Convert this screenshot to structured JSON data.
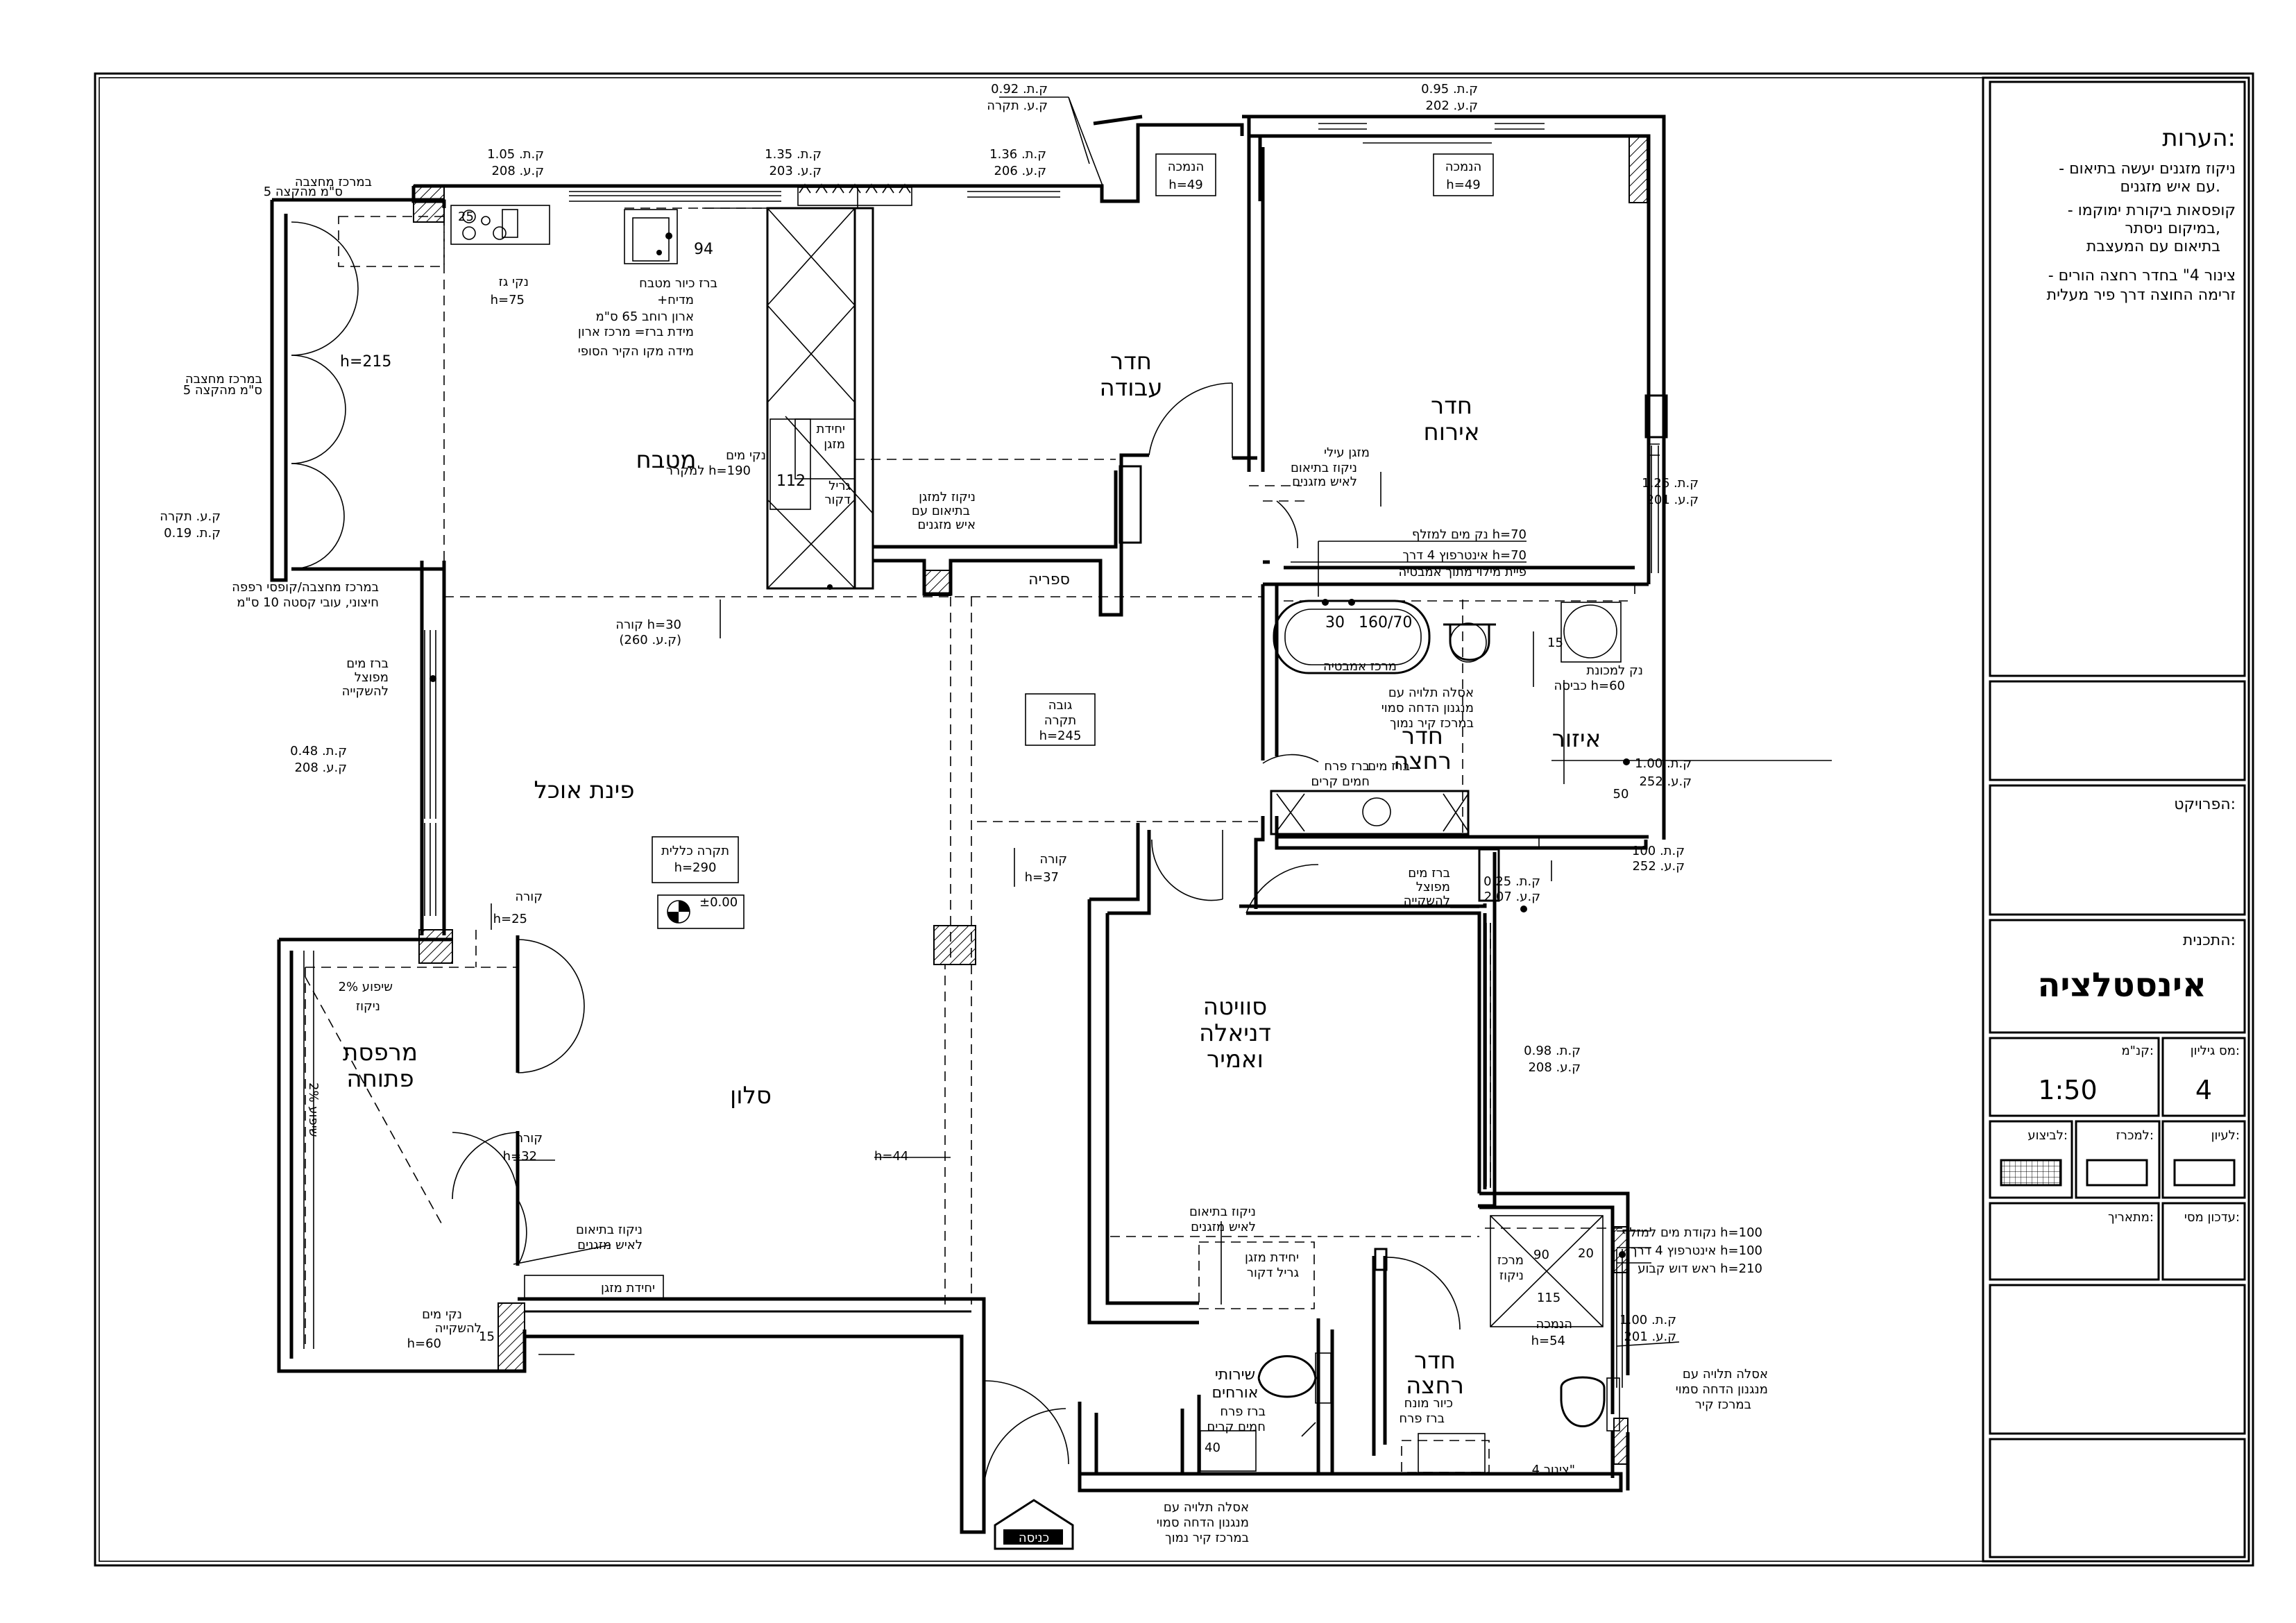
{
  "title_block": {
    "notes_title": "הערות:",
    "notes": [
      "- ניקוז מזגנים יעשה בתיאום",
      "עם איש מזגנים.",
      "- קופסאות ביקורת ימוקמו",
      "במיקום ניסתר,",
      "בתיאום עם המעצבת",
      "- צינור 4\" בחדר רחצה הורים",
      "זרימה החוצה דרך פיר מעלית"
    ],
    "project_label": "הפרויקט:",
    "plan_label": "התכנית:",
    "plan_name": "אינסטלציה",
    "sheet_no_label": "מס גיליון:",
    "sheet_no": "4",
    "scale_label": "קנ\"מ:",
    "scale": "1:50",
    "for_review": "לעיון:",
    "for_bid": "למכרז:",
    "for_execution": "לביצוע:",
    "date_label": "מתאריך:",
    "revision_label": "עדכון מסי:"
  },
  "rooms": {
    "work_room_1": "חדר",
    "work_room_2": "עבודה",
    "guest_room_1": "חדר",
    "guest_room_2": "אירוח",
    "kitchen": "מטבח",
    "dining": "פינת אוכל",
    "living": "סלון",
    "balcony_1": "מרפסת",
    "balcony_2": "פתוחה",
    "suite_1": "סוויטה",
    "suite_2": "דניאלה",
    "suite_3": "ואמיר",
    "bath_1": "חדר",
    "bath_2": "רחצה",
    "bath2_1": "חדר",
    "bath2_2": "רחצה",
    "guest_wc_1": "שירותי",
    "guest_wc_2": "אורחים",
    "zone": "איזור",
    "library": "ספריה",
    "entrance": "כניסה"
  },
  "labels": {
    "l01": "ק.ת. 0.92",
    "l02": "ק.ע. תקרה",
    "l03": "ק.ת. 0.95",
    "l04": "ק.ע. 202",
    "l05": "ק.ת. 1.05",
    "l06": "ק.ע. 208",
    "l07": "ק.ת. 1.35",
    "l08": "ק.ע. 203",
    "l09": "ק.ת. 1.36",
    "l10": "ק.ע. 206",
    "l11": "הנמכה",
    "l12": "h=49",
    "l13": "הנמכה",
    "l14": "h=49",
    "l15": "במרכז מחצבה",
    "l16": "5 ס\"מ מהקצה",
    "l17": "h=215",
    "l18": "במרכז מחצבה",
    "l19": "5 ס\"מ מהקצה",
    "l20": "ק.ע. תקרה",
    "l21": "ק.ת. 0.19",
    "l22": "במרכז מחצבה/קופסי רפפה",
    "l23": "חיצוני, עובי קסטה 10 ס\"מ",
    "l24": "25",
    "l25": "94",
    "l26": "נקי גז",
    "l27": "h=75",
    "l28": "ברז כיור מטבח",
    "l29": "+מדיח",
    "l30": "ארון רוחב 65 ס\"מ",
    "l31": "מידת ברז= מרכז ארון",
    "l32": "מידה מקו הקיר הסופי",
    "l33": "נקי מים",
    "l34": "למקרר h=190",
    "l35": "יחידת",
    "l36": "מזגן",
    "l37": "112",
    "l38": "גריל",
    "l39": "דקור",
    "l40": "ניקוז למזגן",
    "l41": "בתיאום עם",
    "l42": "איש מזגנים",
    "l43": "מזגן עילי",
    "l44": "ניקוז בתיאום",
    "l45": "לאיש מזגנים",
    "l46": "ק.ת. 1.26",
    "l47": "ק.ע. 201",
    "l48": "נק מים למזלף h=70",
    "l49": "אינטרפוץ 4 דרך h=70",
    "l50": "פיית מילוי מתוך אמבטיה",
    "l51": "30",
    "l52": "160/70",
    "l53": "מרכז אמבטיה",
    "l54": "15",
    "l55": "נק למכונת",
    "l56": "כביסה h=60",
    "l57": "אסלה תלויה עם",
    "l58": "מנגנון הדחה סמוי",
    "l59": "במרכז קיר נמוך",
    "l60": "ברז פרח",
    "l61": "חמים קרים",
    "l62": "ברז מים",
    "l63": "ק.ת. 1.00",
    "l64": "ק.ע. 252",
    "l65": "50",
    "l66": "ק.ת. 100",
    "l67": "ק.ע. 252",
    "l68": "קורה h=30",
    "l69": "(ק.ע. 260)",
    "l70": "ברז מים",
    "l71": "מפוצל",
    "l72": "להשקייה",
    "l73": "גובה",
    "l74": "תקרה",
    "l75": "h=245",
    "l76": "ק.ת. 0.48",
    "l77": "ק.ע. 208",
    "l78": "תקרה כללית",
    "l79": "h=290",
    "l80": "±0.00",
    "l81": "קורה",
    "l82": "h=37",
    "l83": "ברז מים",
    "l84": "מפוצל",
    "l85": "להשקייה",
    "l86": "ק.ת. 0.25",
    "l87": "ק.ע. 2.07",
    "l88": "קורה",
    "l89": "h=25",
    "l90": "שיפוע 2%",
    "l91": "ניקוז",
    "l92": "שיפוע 2%",
    "l93": "ק.ת. 0.98",
    "l94": "ק.ע. 208",
    "l95": "קורה",
    "l96": "h=32",
    "l97": "h=44",
    "l98": "ניקוז בתיאום",
    "l99": "לאיש מזגנים",
    "l100": "ניקוז בתיאום",
    "l101": "לאיש מזגנים",
    "l102": "יחידת מזגן",
    "l103": "יחידת מזגן",
    "l104": "גריל דקור",
    "l105": "נקי מים",
    "l106": "להשקייה",
    "l107": "h=60",
    "l108": "15",
    "l109": "נקודת מים למזלף h=100",
    "l110": "אינטרפוץ 4 דרך h=100",
    "l111": "ראש דוש קבוע h=210",
    "l112": "מרכז",
    "l113": "ניקוז",
    "l114": "90",
    "l115": "20",
    "l116": "115",
    "l117": "הנמכה",
    "l118": "h=54",
    "l119": "ק.ת. 1.00",
    "l120": "ק.ע. 201",
    "l121": "אסלה תלויה עם",
    "l122": "מנגנון הדחה סמוי",
    "l123": "במרכז קיר",
    "l124": "כיור מונח",
    "l125": "ברז פרח",
    "l126": "צינור 4\"",
    "l127": "ברז פרח",
    "l128": "חמים קרים",
    "l129": "40",
    "l130": "אסלה תלויה עם",
    "l131": "מנגנון הדחה סמוי",
    "l132": "במרכז קיר נמוך"
  }
}
